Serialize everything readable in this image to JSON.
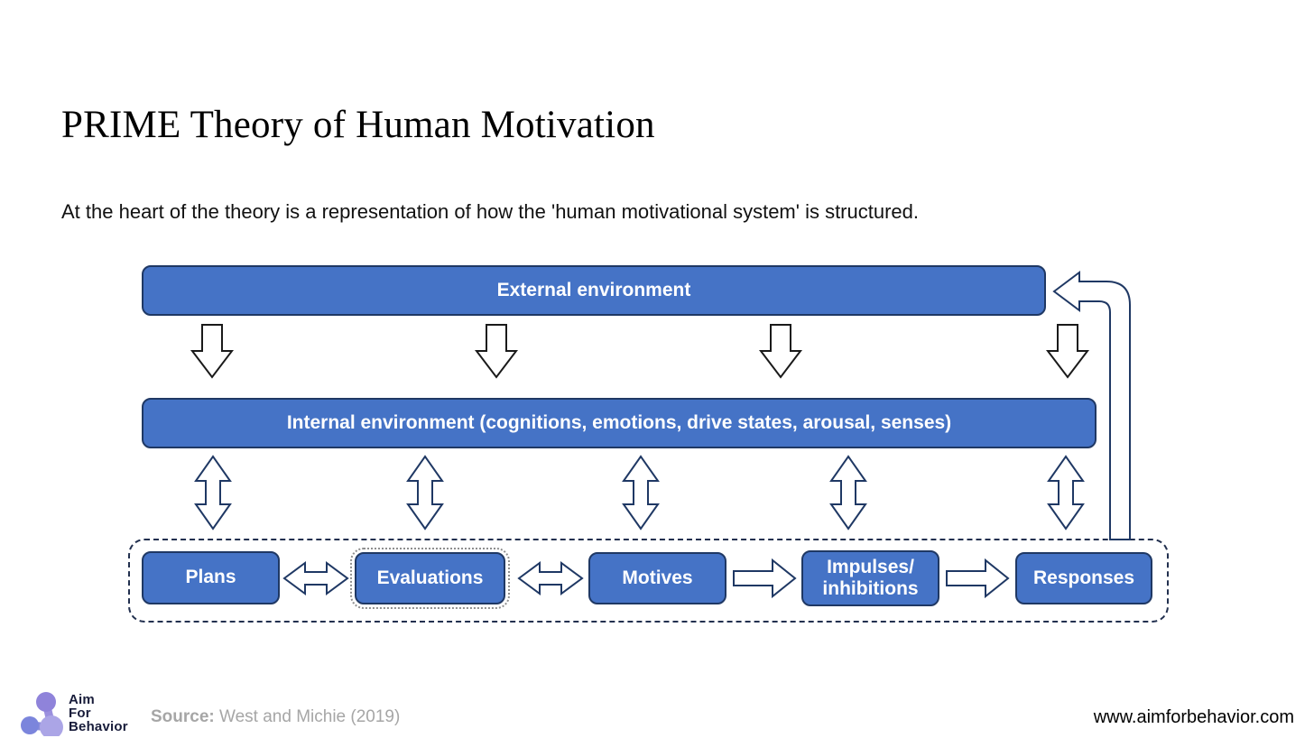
{
  "slide": {
    "title": "PRIME Theory of Human Motivation",
    "subtitle": "At the heart of the theory is a representation of how the 'human motivational system' is structured."
  },
  "diagram": {
    "boxes": {
      "external": {
        "label": "External environment"
      },
      "internal": {
        "label": "Internal environment (cognitions, emotions, drive states, arousal, senses)"
      },
      "plans": {
        "label": "Plans"
      },
      "evaluations": {
        "label": "Evaluations"
      },
      "motives": {
        "label": "Motives"
      },
      "impulses": {
        "label": "Impulses/\ninhibitions"
      },
      "responses": {
        "label": "Responses"
      }
    },
    "colors": {
      "box_fill": "#4573C6",
      "box_border": "#1F3864",
      "down_arrow_outline": "#1a1a1a",
      "navy_arrow_outline": "#1F3864",
      "dashed_border": "#22304f"
    }
  },
  "footer": {
    "logo": {
      "line1": "Aim",
      "line2": "For",
      "line3": "Behavior"
    },
    "source_label": "Source:",
    "source_text": " West and Michie (2019)",
    "website": "www.aimforbehavior.com"
  }
}
